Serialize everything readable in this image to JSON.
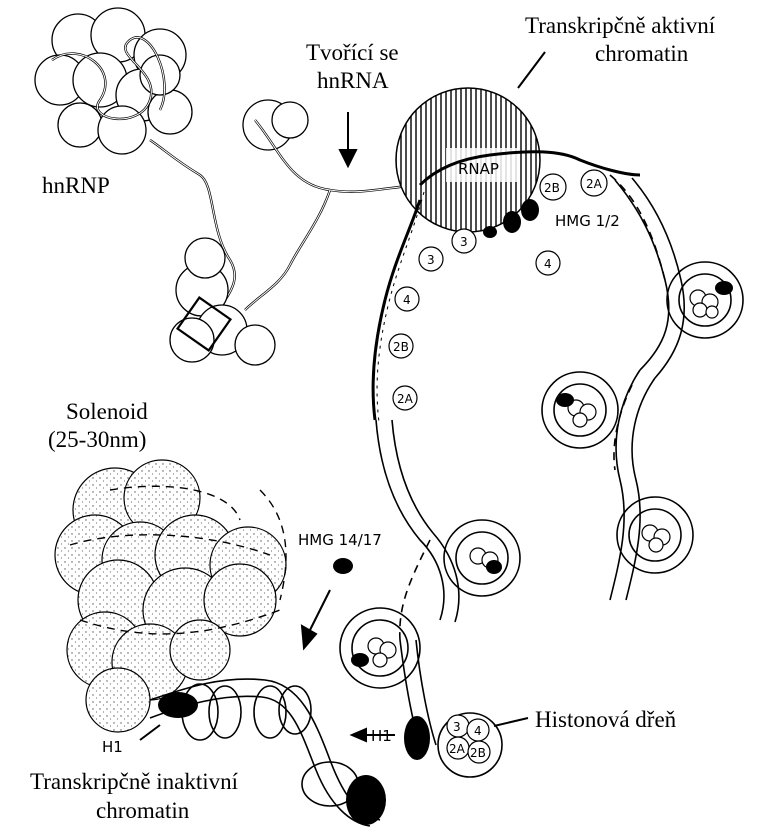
{
  "labels": {
    "active_line1": "Transkripčně aktivní",
    "active_line2": "chromatin",
    "nascent_line1": "Tvořící se",
    "nascent_line2": "hnRNA",
    "hnrnp": "hnRNP",
    "rnap": "RNAP",
    "hmg12": "HMG 1/2",
    "solenoid_line1": "Solenoid",
    "solenoid_line2": "(25-30nm)",
    "hmg1417": "HMG 14/17",
    "h1_left": "H1",
    "h1_mid": "H1",
    "core": "Histonová dřeň",
    "inactive_line1": "Transkripčně inaktivní",
    "inactive_line2": "chromatin"
  },
  "histones": {
    "h2b": "2B",
    "h2a": "2A",
    "h3": "3",
    "h4": "4"
  }
}
